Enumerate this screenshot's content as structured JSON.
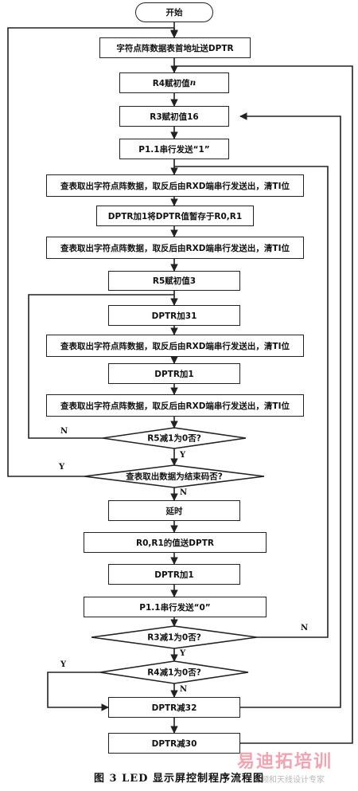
{
  "flowchart": {
    "start": "开始",
    "steps": [
      "字符点阵数据表首地址送DPTR",
      "R4赋初值",
      "R3赋初值16",
      "P1.1串行发送“1”",
      "查表取出字符点阵数据，取反后由RXD端串行发送出，清TI位",
      "DPTR加1将DPTR值暂存于R0,R1",
      "查表取出字符点阵数据，取反后由RXD端串行发送出，清TI位",
      "R5赋初值3",
      "DPTR加31",
      "查表取出字符点阵数据，取反后由RXD端串行发送出，清TI位",
      "DPTR加1",
      "查表取出字符点阵数据，取反后由RXD端串行发送出，清TI位",
      "延时",
      "R0,R1的值送DPTR",
      "DPTR加1",
      "P1.1串行发送“0”",
      "DPTR减32",
      "DPTR减30"
    ],
    "r4_italic": "n",
    "decisions": [
      "R5减1为0否?",
      "查表取出数据为结束码否?",
      "R3减1为0否?",
      "R4减1为0否?"
    ],
    "yes": "Y",
    "no": "N"
  },
  "caption": "图 3   LED 显示屏控制程序流程图",
  "watermark": {
    "brand": "易迪拓培训",
    "sub": "射频和天线设计专家"
  }
}
